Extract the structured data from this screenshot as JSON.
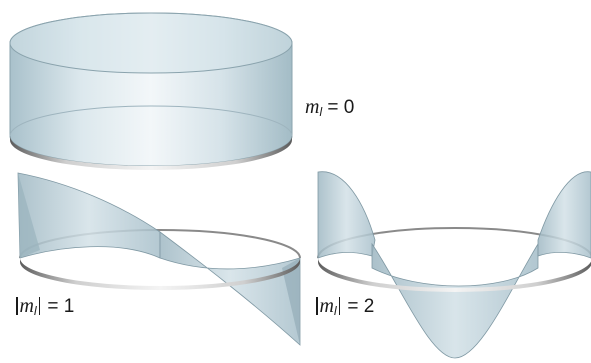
{
  "labels": {
    "m0": {
      "symbol": "m",
      "subscript": "l",
      "relation": "= 0"
    },
    "m1": {
      "symbol": "m",
      "subscript": "l",
      "relation": "= 1"
    },
    "m2": {
      "symbol": "m",
      "subscript": "l",
      "relation": "= 2"
    }
  },
  "colors": {
    "surface": "#c3d6de",
    "surface_edge": "#7f98a3",
    "ring_light": "#eeeeee",
    "ring_dark": "#666666"
  }
}
